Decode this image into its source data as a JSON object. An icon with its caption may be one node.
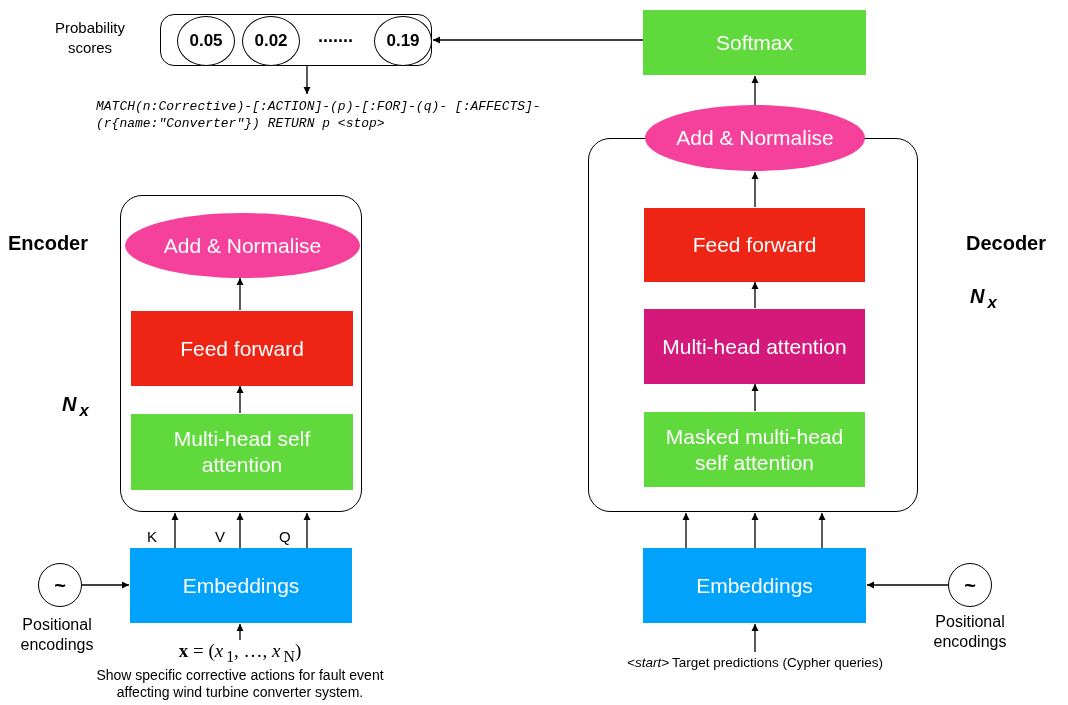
{
  "diagram": {
    "nodes": [
      {
        "text": [],
        "shape": "box"
      },
      {
        "text": [
          "0.05"
        ],
        "in": 0
      },
      {
        "text": [
          "0.02"
        ],
        "in": 0
      },
      {
        "text": [
          "0.19"
        ],
        "in": 0
      },
      {
        "text": [
          "MATCH(n:Corrective)-[:ACTION]-(p)-[:FOR]-(q)- [:AFFECTS]-(r{name:\"Converter\"}) RETURN p <stop>"
        ]
      },
      {
        "text": [
          "Softmax"
        ]
      },
      {
        "text": [],
        "shape": "box"
      },
      {
        "text": [
          "Add & Normalise"
        ]
      },
      {
        "text": [
          "Feed forward"
        ],
        "in": 6
      },
      {
        "text": [
          "Multi-head attention"
        ],
        "in": 6
      },
      {
        "text": [
          "Masked multi-head self attention"
        ],
        "in": 6
      },
      {
        "text": [
          "Embeddings"
        ]
      },
      {
        "text": [
          "~"
        ],
        "beside": [
          "Positional encodings"
        ]
      },
      {
        "text": [
          "*<start>* Target predictions (Cypher queries)"
        ]
      },
      {
        "text": [],
        "shape": "box"
      },
      {
        "text": [
          "Add & Normalise"
        ],
        "in": 14
      },
      {
        "text": [
          "Feed forward"
        ],
        "in": 14
      },
      {
        "text": [
          "Multi-head self attention"
        ],
        "in": 14
      },
      {
        "text": [
          "Embeddings"
        ]
      },
      {
        "text": [
          "~"
        ],
        "beside": [
          "Positional encodings"
        ]
      },
      {
        "text": [
          "**x** = (*x*$_{1}$, …, *x*$_{N}$)",
          "Show specific corrective actions for fault event affecting wind turbine converter system."
        ]
      }
    ],
    "edges": [
      {
        "from": 5,
        "to": 0,
        "arrow": "to"
      },
      {
        "from": 0,
        "to": 4,
        "arrow": "to"
      },
      {
        "from": 7,
        "to": 5,
        "arrow": "to"
      },
      {
        "from": 8,
        "to": 7,
        "arrow": "to"
      },
      {
        "from": 9,
        "to": 8,
        "arrow": "to"
      },
      {
        "from": 10,
        "to": 9,
        "arrow": "to"
      },
      {
        "from": 11,
        "to": 6,
        "arrow": "to"
      },
      {
        "from": 11,
        "to": 6,
        "arrow": "to"
      },
      {
        "from": 11,
        "to": 6,
        "arrow": "to"
      },
      {
        "from": 12,
        "to": 11,
        "arrow": "to"
      },
      {
        "from": 13,
        "to": 11,
        "arrow": "to"
      },
      {
        "from": 16,
        "to": 15,
        "arrow": "to"
      },
      {
        "from": 17,
        "to": 16,
        "arrow": "to"
      },
      {
        "from": 18,
        "to": 14,
        "arrow": "to",
        "label": "K"
      },
      {
        "from": 18,
        "to": 14,
        "arrow": "to",
        "label": "V"
      },
      {
        "from": 18,
        "to": 14,
        "arrow": "to",
        "label": "Q"
      },
      {
        "from": 19,
        "to": 18,
        "arrow": "to"
      },
      {
        "from": 20,
        "to": 18,
        "arrow": "to"
      }
    ],
    "labels": [
      "Probability scores",
      ".......",
      "Encoder",
      "Decoder",
      "*N*$_{x}$",
      "*N*$_{x}$"
    ]
  }
}
